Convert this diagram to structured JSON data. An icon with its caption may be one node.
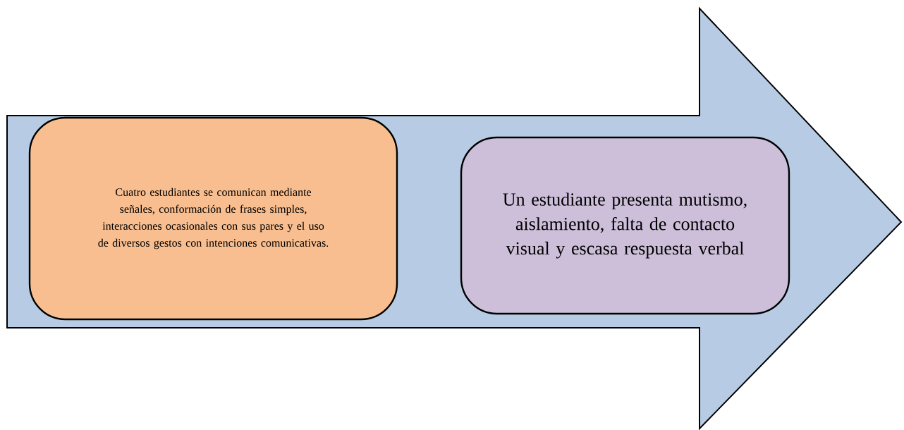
{
  "diagram": {
    "nodes": [
      {
        "text": [],
        "shape": "arrow"
      },
      {
        "text": [
          "Cuatro estudiantes se comunican mediante señales, conformación de frases simples, interacciones ocasionales con sus pares y el uso de diversos gestos con intenciones comunicativas."
        ],
        "in": 0
      },
      {
        "text": [
          "Un estudiante presenta mutismo, aislamiento, falta de contacto visual y escasa respuesta verbal"
        ],
        "in": 0
      }
    ]
  }
}
